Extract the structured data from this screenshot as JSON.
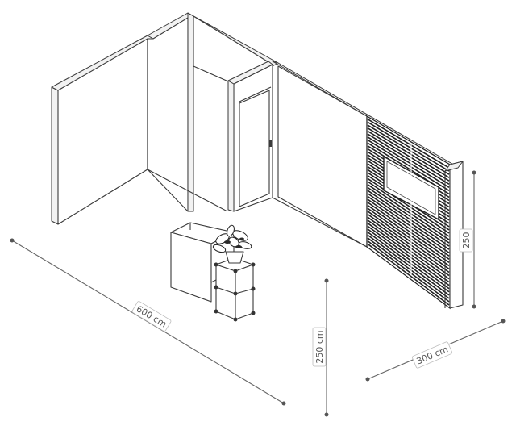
{
  "dimensions": {
    "width_label": "600 cm",
    "height_front_label": "250 cm",
    "depth_label": "300 cm",
    "height_side_label": "250"
  },
  "colors": {
    "ink": "#3a3a3a",
    "dimension_line": "#666666",
    "background": "#ffffff",
    "slat_panel": "#222222"
  }
}
